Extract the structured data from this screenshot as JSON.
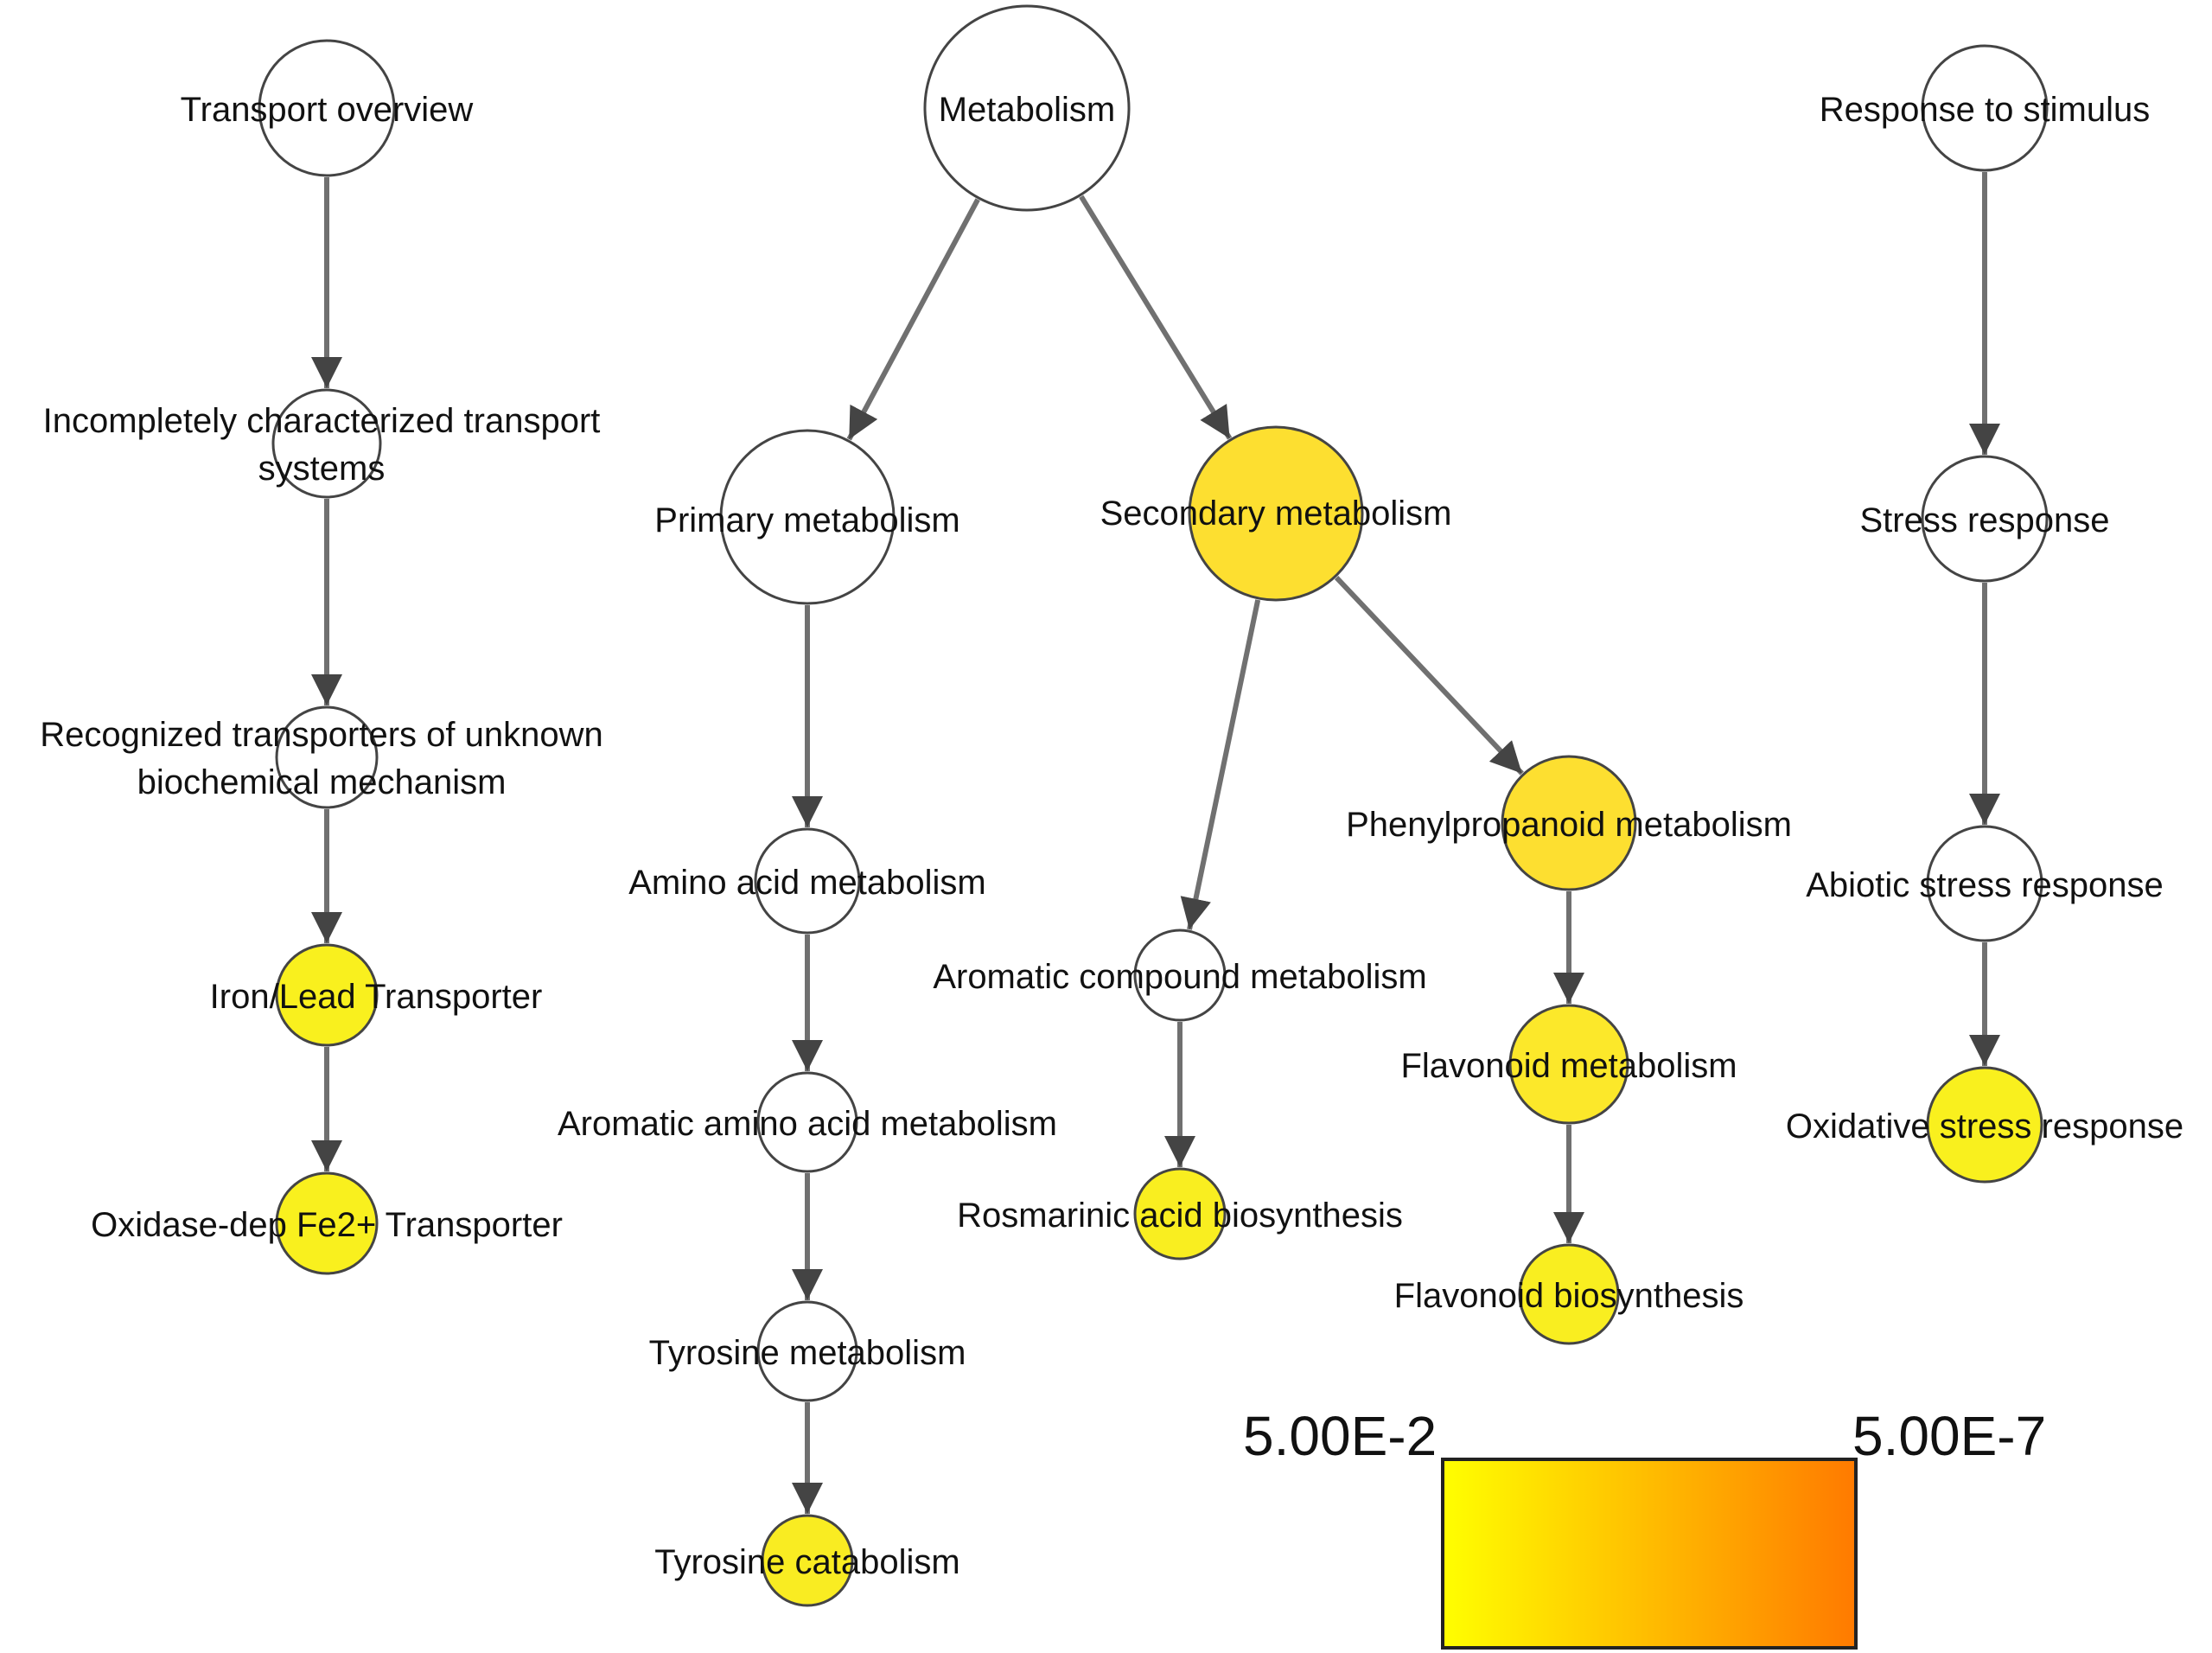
{
  "diagram": {
    "type": "directed-graph",
    "nodes": [
      {
        "id": "n1",
        "label_lines": [
          "Transport overview"
        ],
        "color": "#ffffff"
      },
      {
        "id": "n2",
        "label_lines": [
          "Incompletely characterized transport",
          "systems"
        ],
        "color": "#ffffff"
      },
      {
        "id": "n3",
        "label_lines": [
          "Recognized transporters of unknown",
          "biochemical mechanism"
        ],
        "color": "#ffffff"
      },
      {
        "id": "n4",
        "label_lines": [
          "Iron/Lead Transporter"
        ],
        "color": "#f9f01e"
      },
      {
        "id": "n5",
        "label_lines": [
          "Oxidase-dep Fe2+ Transporter"
        ],
        "color": "#f9f01e"
      },
      {
        "id": "n6",
        "label_lines": [
          "Metabolism"
        ],
        "color": "#ffffff"
      },
      {
        "id": "n7",
        "label_lines": [
          "Primary metabolism"
        ],
        "color": "#ffffff"
      },
      {
        "id": "n8",
        "label_lines": [
          "Secondary metabolism"
        ],
        "color": "#fddf30"
      },
      {
        "id": "n9",
        "label_lines": [
          "Amino acid metabolism"
        ],
        "color": "#ffffff"
      },
      {
        "id": "n10",
        "label_lines": [
          "Aromatic amino acid metabolism"
        ],
        "color": "#ffffff"
      },
      {
        "id": "n11",
        "label_lines": [
          "Tyrosine metabolism"
        ],
        "color": "#ffffff"
      },
      {
        "id": "n12",
        "label_lines": [
          "Tyrosine catabolism"
        ],
        "color": "#f9ec22"
      },
      {
        "id": "n13",
        "label_lines": [
          "Aromatic compound metabolism"
        ],
        "color": "#ffffff"
      },
      {
        "id": "n14",
        "label_lines": [
          "Rosmarinic acid biosynthesis"
        ],
        "color": "#f9ee20"
      },
      {
        "id": "n15",
        "label_lines": [
          "Phenylpropanoid metabolism"
        ],
        "color": "#fddf30"
      },
      {
        "id": "n16",
        "label_lines": [
          "Flavonoid metabolism"
        ],
        "color": "#fce82a"
      },
      {
        "id": "n17",
        "label_lines": [
          "Flavonoid biosynthesis"
        ],
        "color": "#f9ee20"
      },
      {
        "id": "n18",
        "label_lines": [
          "Response to stimulus"
        ],
        "color": "#ffffff"
      },
      {
        "id": "n19",
        "label_lines": [
          "Stress response"
        ],
        "color": "#ffffff"
      },
      {
        "id": "n20",
        "label_lines": [
          "Abiotic stress response"
        ],
        "color": "#ffffff"
      },
      {
        "id": "n21",
        "label_lines": [
          "Oxidative stress response"
        ],
        "color": "#f9f01e"
      }
    ],
    "edges": [
      [
        "n1",
        "n2"
      ],
      [
        "n2",
        "n3"
      ],
      [
        "n3",
        "n4"
      ],
      [
        "n4",
        "n5"
      ],
      [
        "n6",
        "n7"
      ],
      [
        "n6",
        "n8"
      ],
      [
        "n7",
        "n9"
      ],
      [
        "n9",
        "n10"
      ],
      [
        "n10",
        "n11"
      ],
      [
        "n11",
        "n12"
      ],
      [
        "n8",
        "n13"
      ],
      [
        "n8",
        "n15"
      ],
      [
        "n13",
        "n14"
      ],
      [
        "n15",
        "n16"
      ],
      [
        "n16",
        "n17"
      ],
      [
        "n18",
        "n19"
      ],
      [
        "n19",
        "n20"
      ],
      [
        "n20",
        "n21"
      ]
    ],
    "legend": {
      "min_label": "5.00E-2",
      "max_label": "5.00E-7",
      "gradient_colors": [
        "#ffff00",
        "#ff7a00"
      ]
    },
    "colors": {
      "edge": "#707070",
      "arrowhead": "#444444",
      "node_border": "#444444"
    }
  }
}
